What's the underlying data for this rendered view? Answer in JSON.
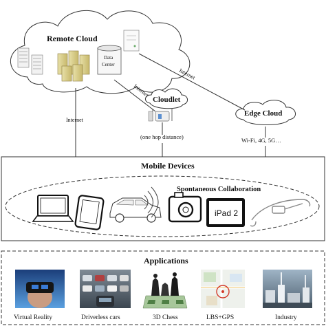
{
  "remote_cloud": {
    "title": "Remote Cloud",
    "data_center_line1": "Data",
    "data_center_line2": "Center"
  },
  "cloudlet": {
    "title": "Cloudlet",
    "note": "(one hop distance)"
  },
  "edge_cloud": {
    "title": "Edge Cloud",
    "note": "Wi-Fi, 4G, 5G…"
  },
  "links": {
    "internet_left": "Internet",
    "internet_cloudlet": "Internet",
    "internet_edge": "Internet"
  },
  "mobile": {
    "title": "Mobile Devices",
    "collab_title": "Spontaneous Collaboration",
    "ipad_label": "iPad 2",
    "devices": [
      "laptop",
      "smartphone",
      "car",
      "camera",
      "tablet",
      "smart-glasses"
    ]
  },
  "applications": {
    "title": "Applications",
    "items": [
      {
        "label": "Virtual Reality",
        "icon": "vr-headset-photo"
      },
      {
        "label": "Driverless cars",
        "icon": "parking-lot-photo"
      },
      {
        "label": "3D Chess",
        "icon": "chess-board-photo"
      },
      {
        "label": "LBS+GPS",
        "icon": "map-photo"
      },
      {
        "label": "Industry",
        "icon": "industrial-plant-photo"
      }
    ]
  }
}
